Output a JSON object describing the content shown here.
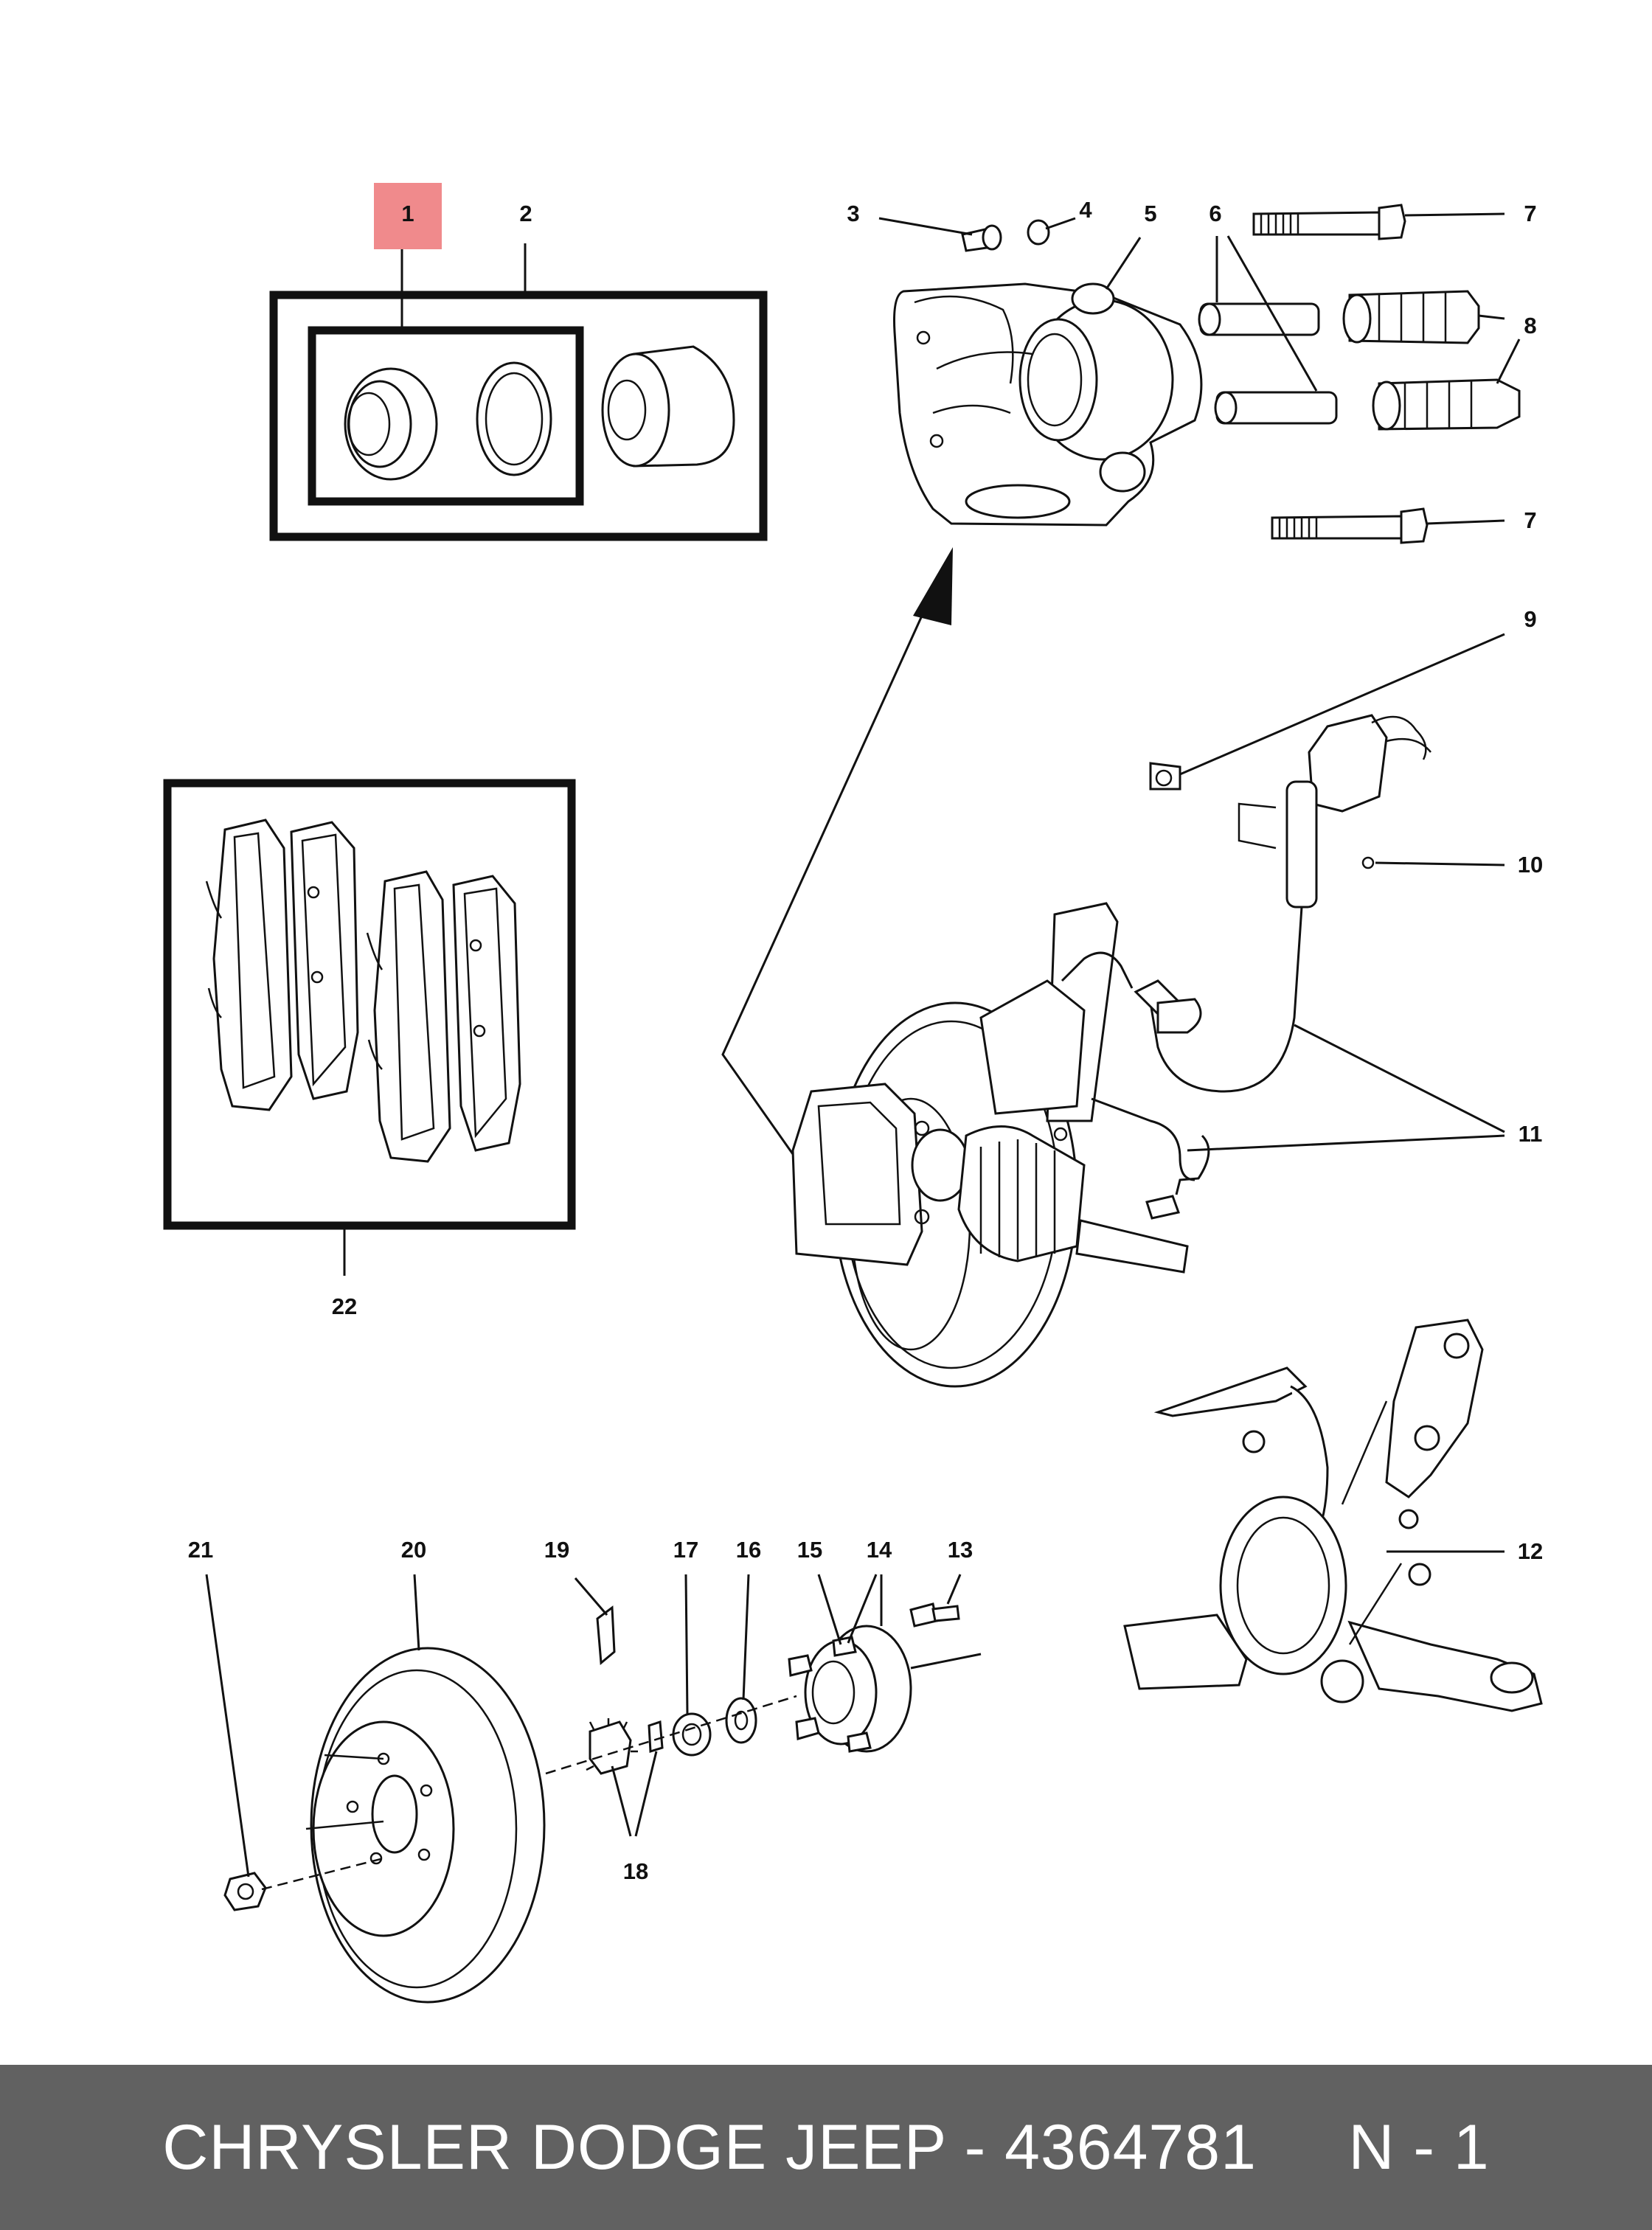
{
  "diagram": {
    "highlight_color": "#f08a8c",
    "callouts": {
      "c1": "1",
      "c2": "2",
      "c3": "3",
      "c4": "4",
      "c5": "5",
      "c6": "6",
      "c7a": "7",
      "c7b": "7",
      "c8": "8",
      "c9": "9",
      "c10": "10",
      "c11": "11",
      "c12": "12",
      "c13": "13",
      "c14": "14",
      "c15": "15",
      "c16": "16",
      "c17": "17",
      "c18": "18",
      "c19": "19",
      "c20": "20",
      "c21": "21",
      "c22": "22"
    }
  },
  "footer": {
    "brand": "CHRYSLER DODGE JEEP - 4364781",
    "page": "N - 1",
    "background": "#616161"
  }
}
